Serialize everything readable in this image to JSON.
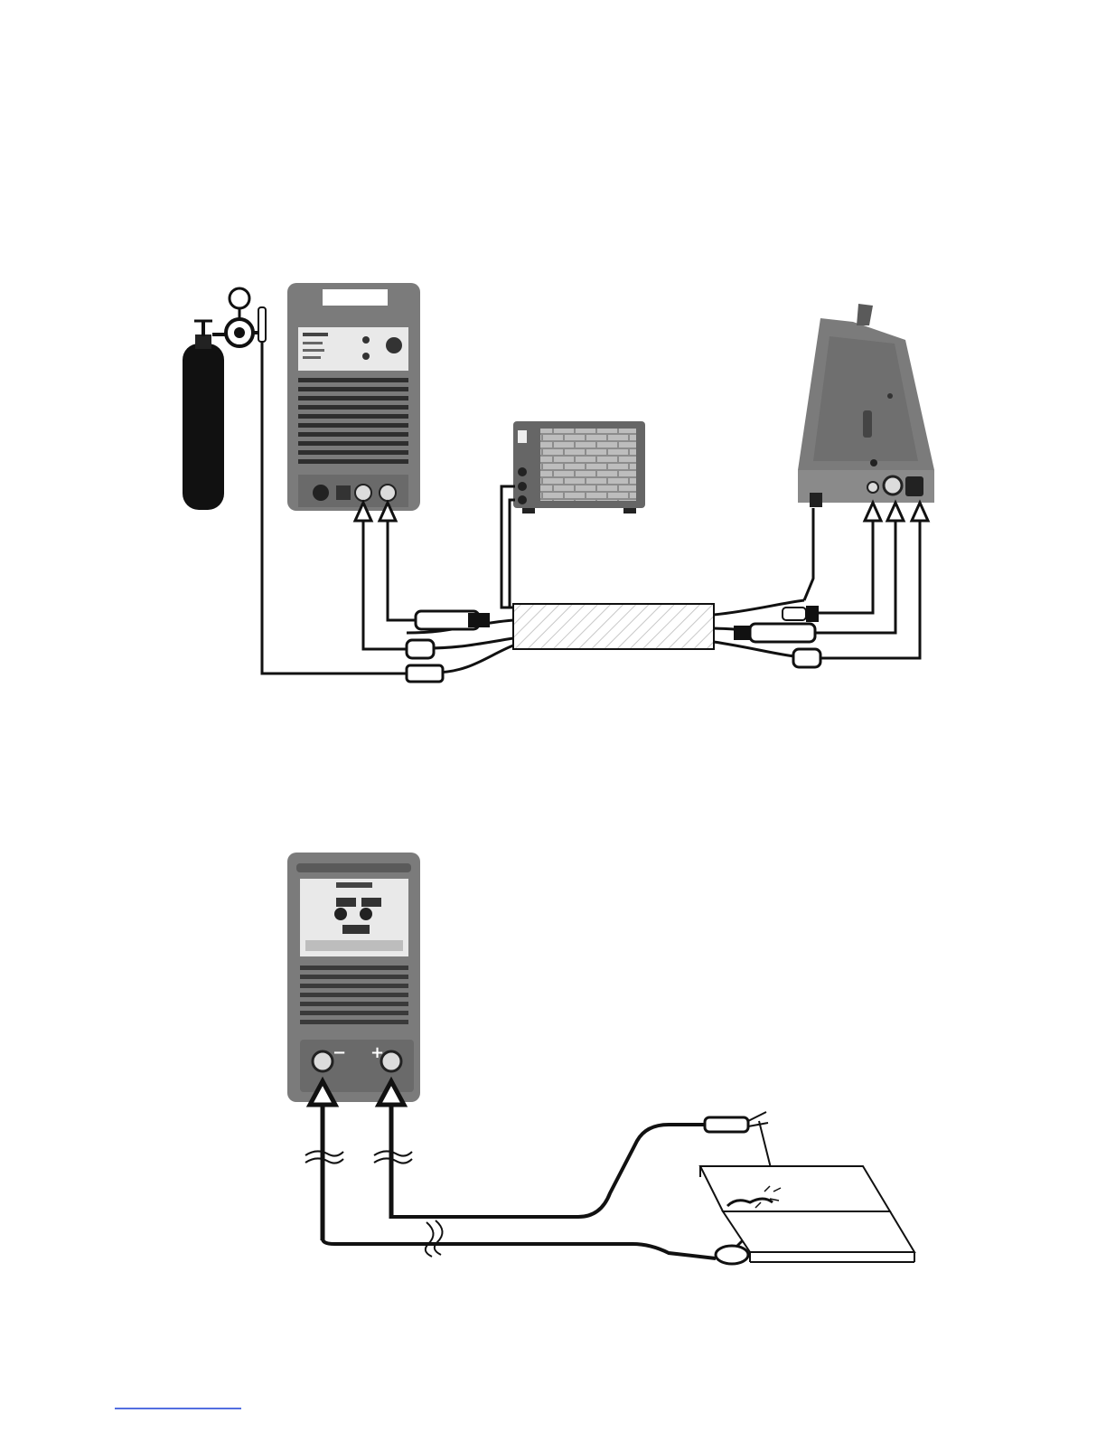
{
  "diagram_top": {
    "parts": [
      "gas-cylinder",
      "pressure-regulator",
      "welding-power-source",
      "cooling-unit",
      "hose-package",
      "wire-feeder"
    ]
  },
  "diagram_bottom": {
    "parts": [
      "mma-power-source",
      "electrode-holder-cable",
      "work-clamp-cable",
      "workpiece"
    ],
    "terminal_minus": "−",
    "terminal_plus": "+"
  },
  "colors": {
    "casing": "#7b7b7b",
    "casing_dark": "#5a5a5a",
    "cable": "#111111",
    "hose_package": "#f2f2f2"
  },
  "footer": {
    "rule_color": "#1a3fd6"
  }
}
